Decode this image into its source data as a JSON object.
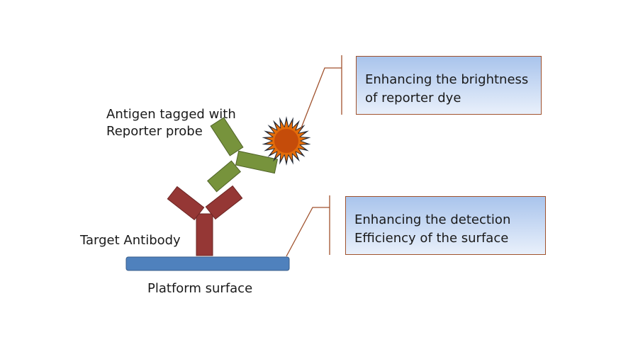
{
  "labels": {
    "antigen": [
      "Antigen tagged with",
      "Reporter probe"
    ],
    "antibody": "Target Antibody",
    "platform": "Platform surface"
  },
  "callouts": {
    "brightness": [
      "Enhancing the brightness",
      "of reporter dye"
    ],
    "detection": [
      "Enhancing the detection",
      "Efficiency of the surface"
    ]
  },
  "colors": {
    "platform": "#4f81bd",
    "antibody": "#953735",
    "antigen": "#77933c",
    "reporter": "#e36c0a",
    "leader": "#a0522d"
  }
}
